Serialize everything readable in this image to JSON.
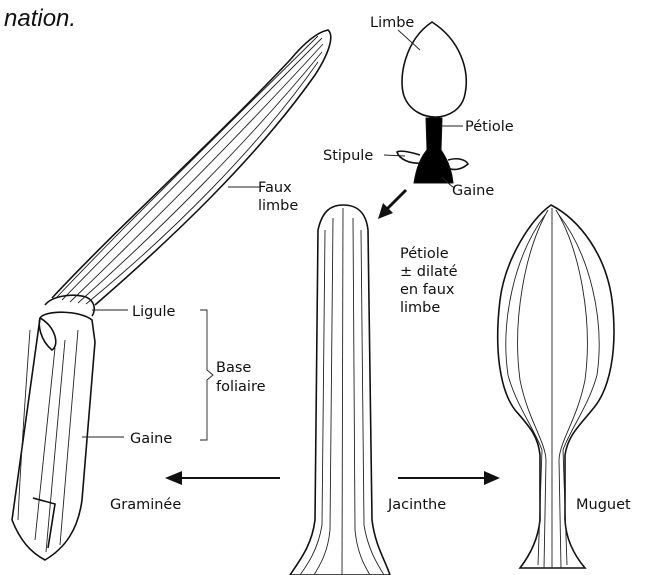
{
  "caption": "nation.",
  "top_leaf": {
    "limbe": "Limbe",
    "petiole": "Pétiole",
    "stipule": "Stipule",
    "gaine": "Gaine"
  },
  "graminee": {
    "faux_limbe": [
      "Faux",
      "limbe"
    ],
    "ligule": "Ligule",
    "base_foliaire": [
      "Base",
      "foliaire"
    ],
    "gaine": "Gaine",
    "name": "Graminée"
  },
  "jacinthe": {
    "petiole_note": [
      "Pétiole",
      "± dilaté",
      "en faux",
      "limbe"
    ],
    "name": "Jacinthe"
  },
  "muguet": {
    "name": "Muguet"
  },
  "colors": {
    "ink": "#111111",
    "fill_dark": "#000000",
    "background": "#ffffff"
  }
}
